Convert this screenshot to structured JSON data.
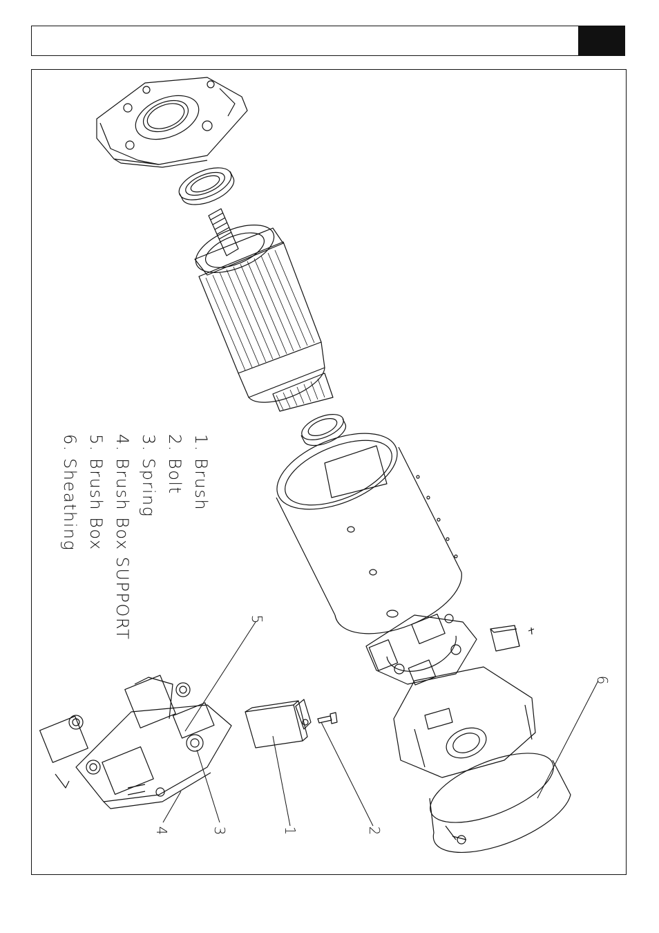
{
  "legend": {
    "items": [
      "1. Brush",
      "2. Bolt",
      "3. Spring",
      "4. Brush Box SUPPORT",
      "5. Brush Box",
      "6. Sheathing"
    ]
  },
  "callouts": {
    "c1": "1",
    "c2": "2",
    "c3": "3",
    "c4": "4",
    "c5": "5",
    "c6": "6"
  },
  "colors": {
    "ink": "#111111",
    "paper": "#ffffff"
  }
}
